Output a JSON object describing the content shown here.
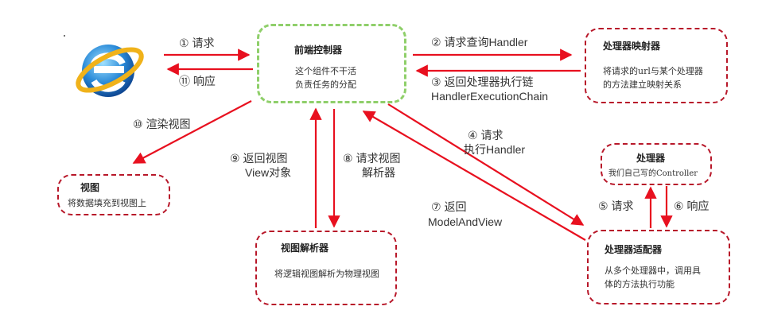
{
  "logo": {
    "icon": "internet-explorer-logo-icon"
  },
  "colors": {
    "arrow": "#e8101f",
    "box_border": "#b8182a",
    "front_border": "#8fcf6a"
  },
  "boxes": {
    "front_controller": {
      "title": "前端控制器",
      "desc_line1": "这个组件不干活",
      "desc_line2": "负责任务的分配"
    },
    "handler_mapping": {
      "title": "处理器映射器",
      "desc_line1": "将请求的url与某个处理器",
      "desc_line2": "的方法建立映射关系"
    },
    "handler": {
      "title": "处理器",
      "desc": "我们自己写的Controller"
    },
    "handler_adapter": {
      "title": "处理器适配器",
      "desc_line1": "从多个处理器中，调用具",
      "desc_line2": "体的方法执行功能"
    },
    "view_resolver": {
      "title": "视图解析器",
      "desc": "将逻辑视图解析为物理视图"
    },
    "view": {
      "title": "视图",
      "desc": "将数据填充到视图上"
    }
  },
  "steps": {
    "s1": "① 请求",
    "s2": "② 请求查询Handler",
    "s3_line1": "③ 返回处理器执行链",
    "s3_line2": "HandlerExecutionChain",
    "s4_line1": "④ 请求",
    "s4_line2": "执行Handler",
    "s5": "⑤ 请求",
    "s6": "⑥ 响应",
    "s7_line1": "⑦ 返回",
    "s7_line2": "ModelAndView",
    "s8_line1": "⑧ 请求视图",
    "s8_line2": "解析器",
    "s9_line1": "⑨ 返回视图",
    "s9_line2": "View对象",
    "s10": "⑩ 渲染视图",
    "s11": "⑪ 响应"
  }
}
